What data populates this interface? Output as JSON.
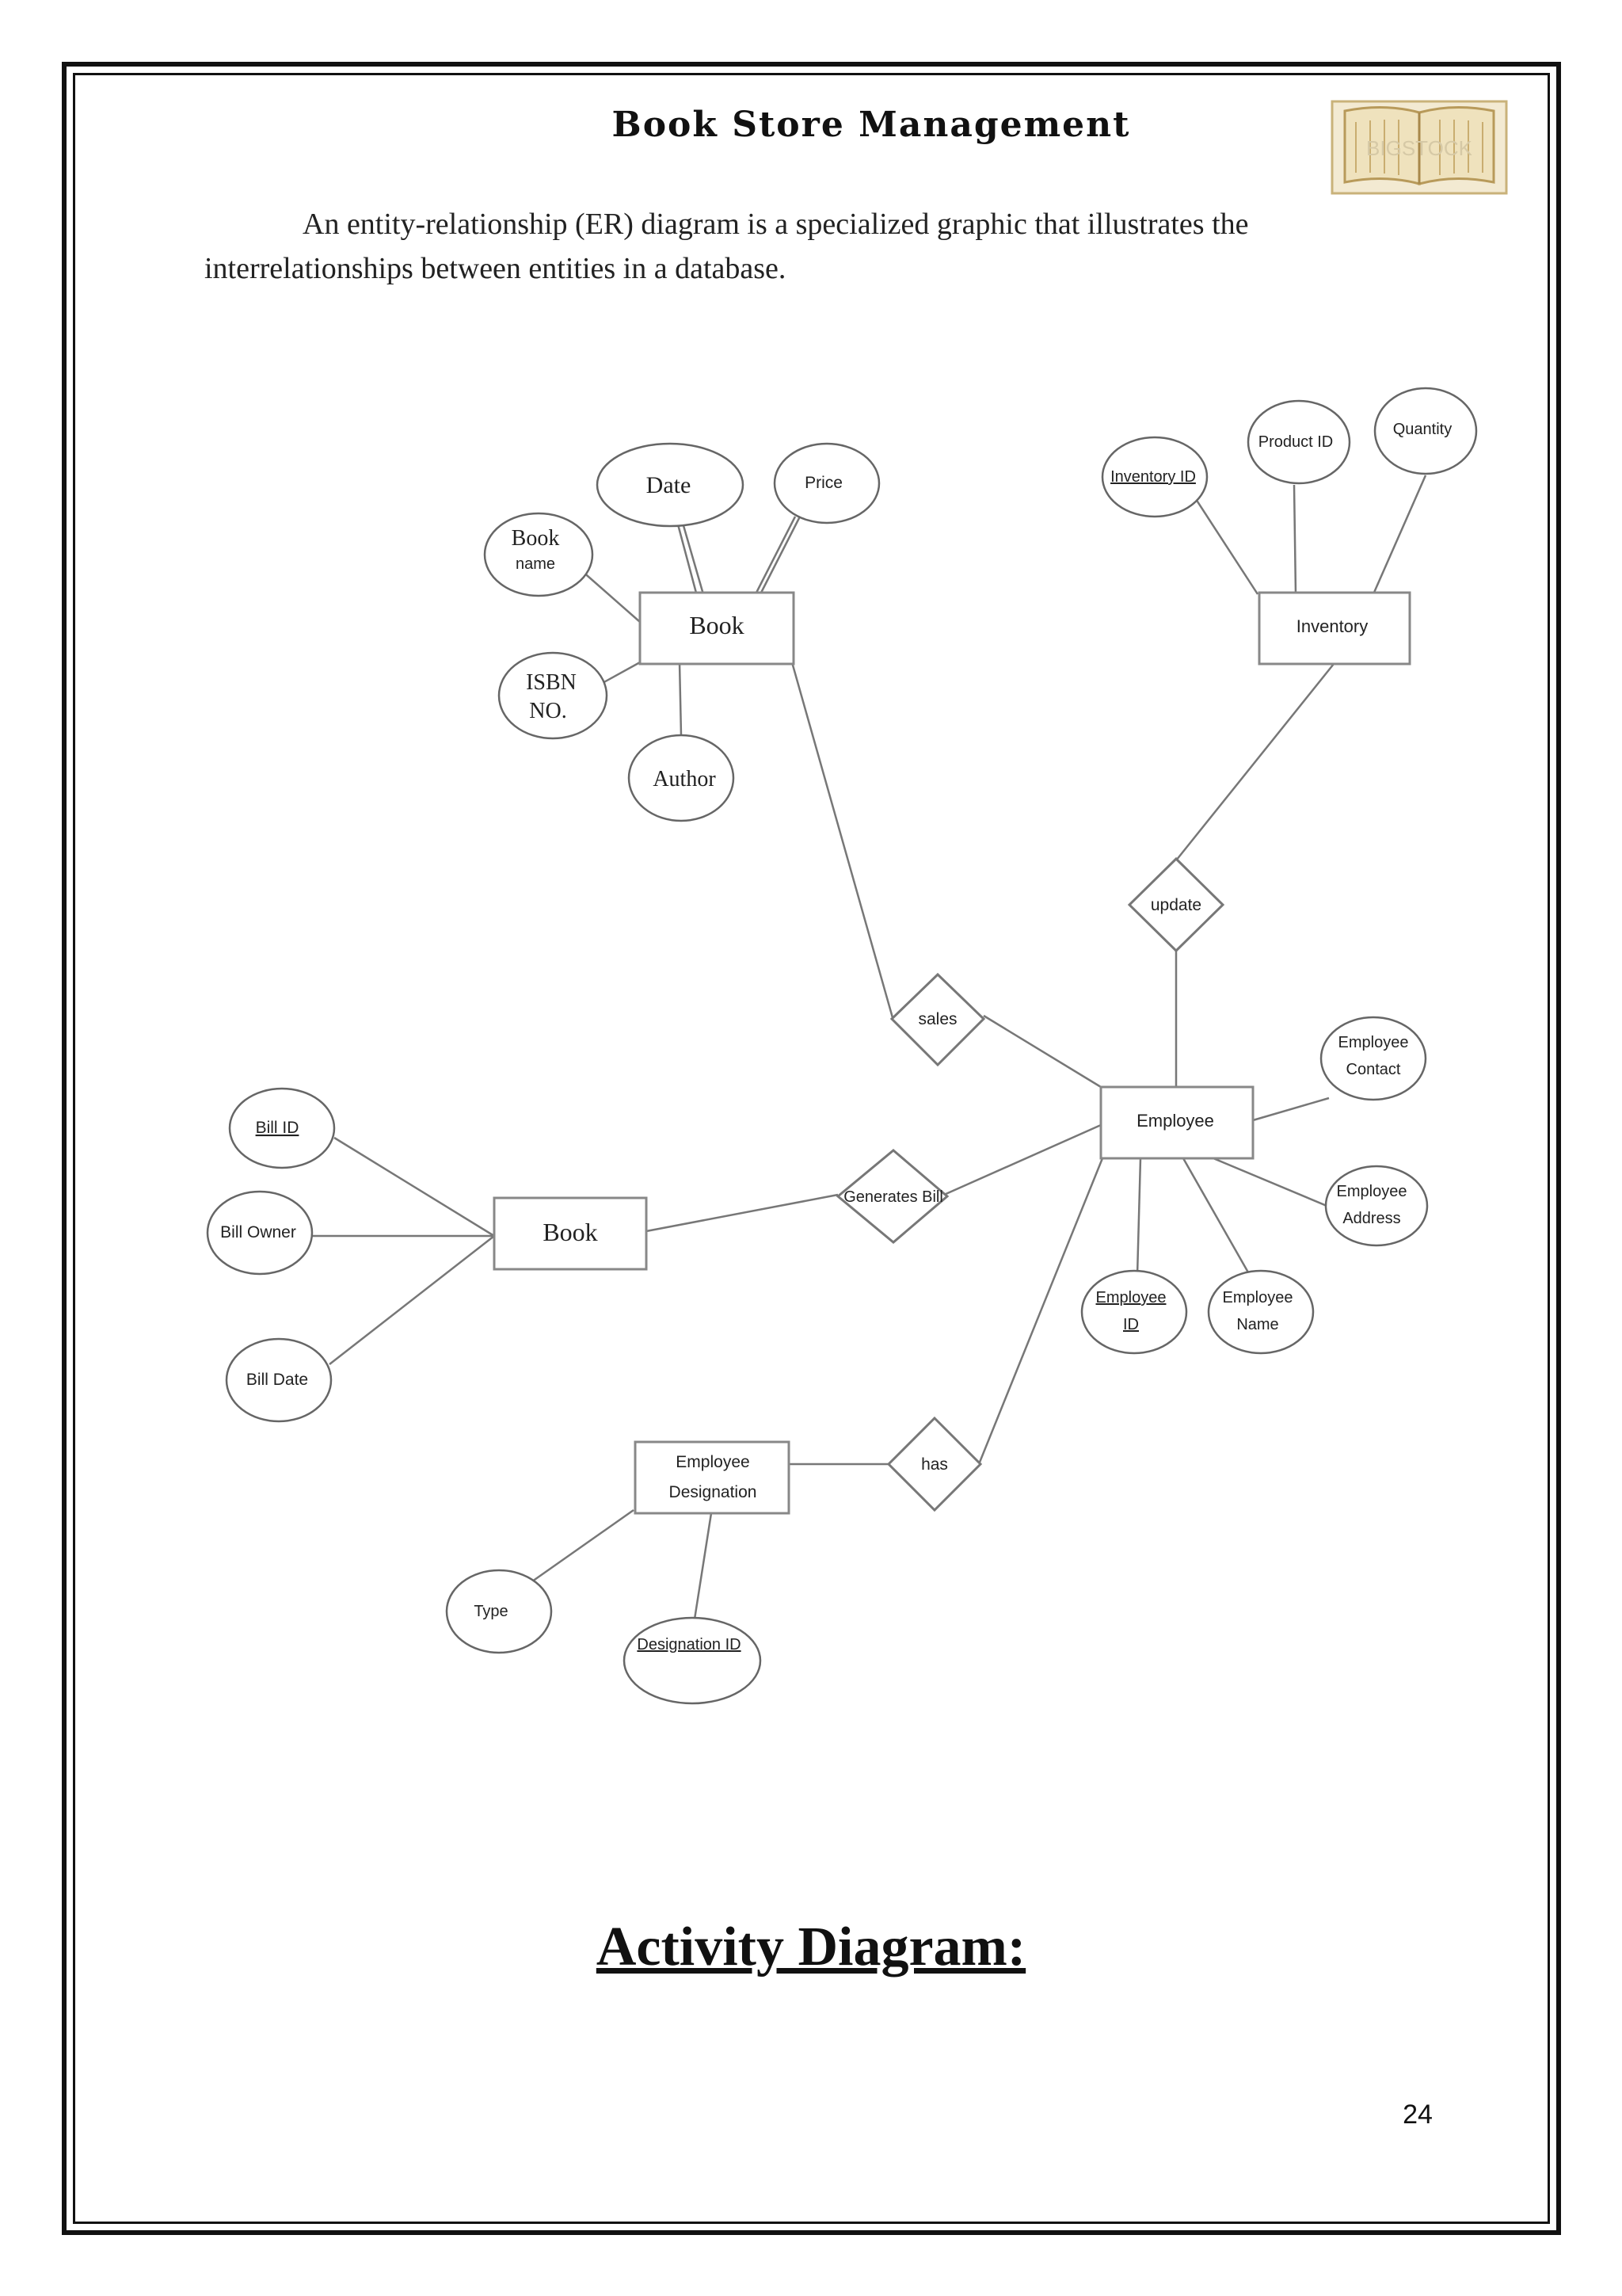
{
  "header": {
    "title": "Book Store Management",
    "logo_text": "BIGSTOCK"
  },
  "intro_paragraph": "An entity-relationship (ER) diagram is a specialized graphic that illustrates the interrelationships between entities in a database.",
  "er_diagram": {
    "entities": {
      "book_top": "Book",
      "inventory": "Inventory",
      "employee": "Employee",
      "book_bottom": "Book",
      "designation_line1": "Employee",
      "designation_line2": "Designation"
    },
    "relationships": {
      "sales": "sales",
      "update": "update",
      "generates_bill": "Generates Bill",
      "has": "has"
    },
    "attributes": {
      "date": "Date",
      "price": "Price",
      "book_name_line1": "Book",
      "book_name_line2": "name",
      "isbn_line1": "ISBN",
      "isbn_line2": "NO.",
      "author": "Author",
      "inventory_id": "Inventory ID",
      "product_id": "Product ID",
      "quantity": "Quantity",
      "employee_contact_line1": "Employee",
      "employee_contact_line2": "Contact",
      "employee_address_line1": "Employee",
      "employee_address_line2": "Address",
      "employee_id_line1": "Employee",
      "employee_id_line2": "ID",
      "employee_name_line1": "Employee",
      "employee_name_line2": "Name",
      "bill_id": "Bill ID",
      "bill_owner": "Bill Owner",
      "bill_date": "Bill Date",
      "type": "Type",
      "designation_id": "Designation ID"
    }
  },
  "section_heading": "Activity Diagram:",
  "page_number": "24"
}
